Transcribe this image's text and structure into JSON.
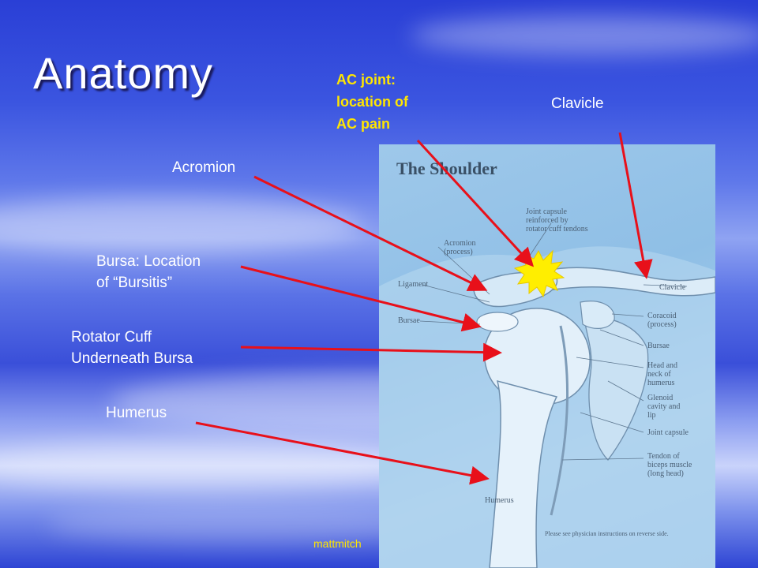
{
  "slide": {
    "title": "Anatomy",
    "footer": "mattmitch",
    "accent_label_color": "#ffe600",
    "arrow_color": "#e8101a"
  },
  "labels": {
    "ac_joint": "AC joint:\nlocation of\nAC pain",
    "clavicle": "Clavicle",
    "acromion": "Acromion",
    "bursa": "Bursa:  Location\nof “Bursitis”",
    "rotator_cuff": "Rotator Cuff\nUnderneath Bursa",
    "humerus": "Humerus"
  },
  "photo": {
    "title": "The Shoulder",
    "labels": {
      "joint_capsule_top": "Joint capsule\nreinforced by\nrotator cuff tendons",
      "acromion": "Acromion\n(process)",
      "ligament": "Ligament",
      "bursae_left": "Bursae",
      "clavicle": "Clavicle",
      "coracoid": "Coracoid\n(process)",
      "bursae_right": "Bursae",
      "head_neck": "Head and\nneck of\nhumerus",
      "glenoid": "Glenoid\ncavity and\nlip",
      "joint_capsule": "Joint capsule",
      "tendon": "Tendon of\nbiceps muscle\n(long head)",
      "humerus": "Humerus",
      "footnote": "Please see physician instructions on reverse side."
    }
  }
}
